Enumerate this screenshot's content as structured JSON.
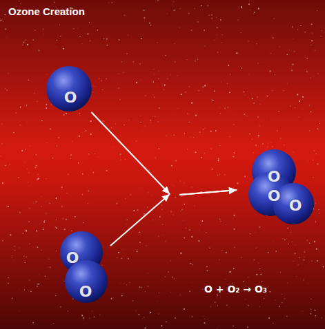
{
  "diagram": {
    "title": "Ozone Creation",
    "nodes": [
      {
        "text": [
          "O"
        ]
      },
      {
        "text": [
          "O",
          "O"
        ]
      },
      {
        "text": [
          "O",
          "O",
          "O"
        ]
      }
    ],
    "edges": [
      {
        "from": 0,
        "to": 2,
        "arrow": "to"
      },
      {
        "from": 1,
        "to": 2,
        "arrow": "to"
      }
    ],
    "labels": [
      "O + O₂ → O₃"
    ]
  }
}
